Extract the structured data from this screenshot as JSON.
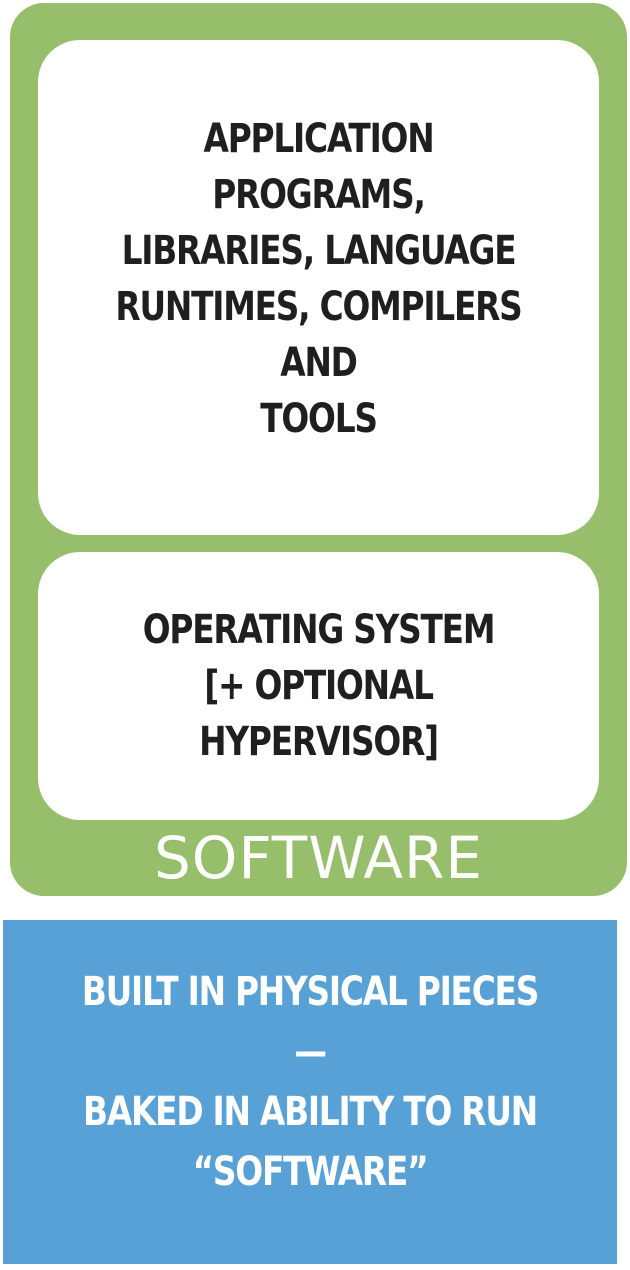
{
  "software": {
    "label": "SOFTWARE",
    "layers": [
      {
        "text": "APPLICATION PROGRAMS,\nLIBRARIES, LANGUAGE\nRUNTIMES, COMPILERS AND\nTOOLS"
      },
      {
        "text": "OPERATING SYSTEM\n[+ OPTIONAL HYPERVISOR]"
      }
    ]
  },
  "hardware": {
    "text": "BUILT IN PHYSICAL PIECES —\nBAKED IN ABILITY TO RUN\n“SOFTWARE”"
  },
  "colors": {
    "software_green": "#97bf6b",
    "hardware_blue": "#58a1d6",
    "layer_white": "#ffffff",
    "dark_text": "#1f1f1f"
  }
}
